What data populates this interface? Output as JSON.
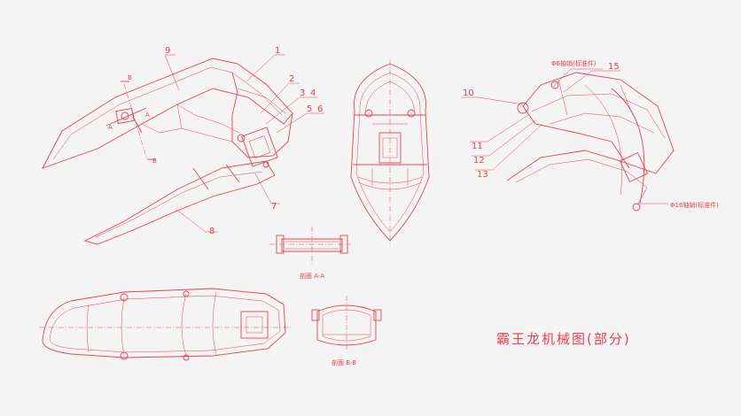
{
  "title": "霸王龙机械图(部分)",
  "callouts": [
    "1",
    "2",
    "3",
    "4",
    "5",
    "6",
    "7",
    "8",
    "9",
    "10",
    "11",
    "12",
    "13",
    "15"
  ],
  "section_marks": [
    "B",
    "A",
    "A",
    "B"
  ],
  "notes": {
    "pin6": "Φ6轴销(标准件)",
    "pin16": "Φ16轴销(标准件)"
  },
  "section_labels": {
    "aa": "剖面 A-A",
    "bb": "剖面 B-B"
  }
}
